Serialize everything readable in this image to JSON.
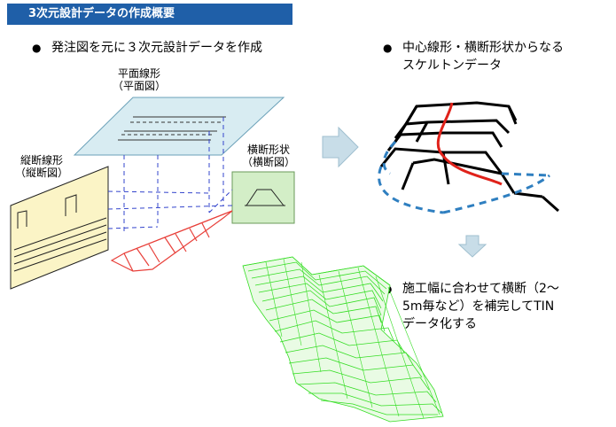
{
  "title": "3次元設計データの作成概要",
  "bullets": {
    "b1": "発注図を元に３次元設計データを作成",
    "b2_line1": "中心線形・横断形状からなる",
    "b2_line2": "スケルトンデータ",
    "b3_line1": "施工幅に合わせて横断（2～",
    "b3_line2": "5m毎など）を補完してTIN",
    "b3_line3": "データ化する"
  },
  "labels": {
    "plan_line1": "平面線形",
    "plan_line2": "（平面図）",
    "profile_line1": "縦断線形",
    "profile_line2": "（縦断図）",
    "cross_line1": "横断形状",
    "cross_line2": "（横断図）"
  },
  "bullet_glyph": "●",
  "colors": {
    "title_bg": "#1f5fa8",
    "plan_fill": "#d8ecf2",
    "profile_fill": "#fbf4c6",
    "cross_fill": "#d3eec7",
    "road_red": "#e8403a",
    "tin_green": "#33dd22",
    "skeleton_blue": "#2f7fc0",
    "arrow_fill": "#c8dde8"
  }
}
